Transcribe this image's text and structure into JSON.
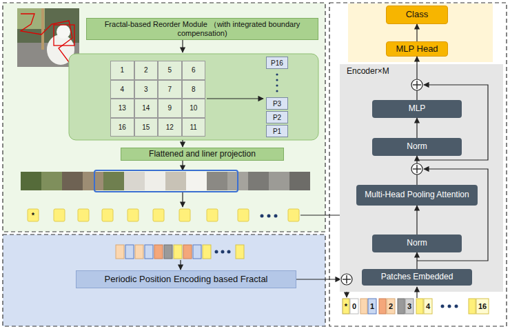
{
  "diagram": {
    "nodes": [
      {
        "text": [
          "Fractal-based Reorder Module （with integrated boundary compensation)"
        ]
      },
      {
        "text": [
          "Flattened and liner projection"
        ]
      },
      {
        "text": [
          "Periodic Position Encoding based Fractal"
        ]
      },
      {
        "text": [
          "Class"
        ]
      },
      {
        "text": [
          "MLP Head"
        ]
      },
      {
        "text": [
          "Encoder×M"
        ]
      },
      {
        "text": [
          "MLP"
        ],
        "in": 5
      },
      {
        "text": [
          "Norm"
        ],
        "in": 5
      },
      {
        "text": [
          "Multi-Head Pooling Attention"
        ],
        "in": 5
      },
      {
        "text": [
          "Norm"
        ],
        "in": 5
      },
      {
        "text": [
          "Patches Embedded"
        ],
        "in": 5
      }
    ],
    "edges": [
      {
        "from": 4,
        "to": 3,
        "arrow": "to"
      },
      {
        "from": 6,
        "to": 4,
        "arrow": "to"
      },
      {
        "from": 7,
        "to": 6,
        "arrow": "to"
      },
      {
        "from": 8,
        "to": 7,
        "arrow": "to"
      },
      {
        "from": 9,
        "to": 8,
        "arrow": "to"
      },
      {
        "from": 10,
        "to": 9,
        "arrow": "to"
      }
    ],
    "labels": [
      "1",
      "2",
      "5",
      "6",
      "4",
      "3",
      "7",
      "8",
      "13",
      "14",
      "9",
      "10",
      "16",
      "15",
      "12",
      "11",
      "P16",
      "P3",
      "P2",
      "P1",
      "*",
      "*",
      "0",
      "1",
      "2",
      "3",
      "4",
      "16"
    ]
  }
}
